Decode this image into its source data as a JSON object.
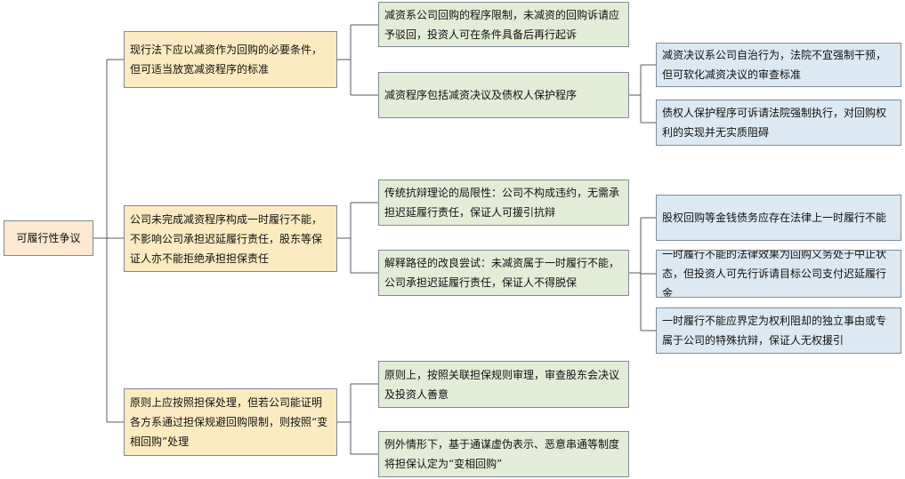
{
  "colors": {
    "root_fill": "#fde8d0",
    "level1_fill": "#fcebc0",
    "level2_fill": "#e3ecd6",
    "level3_fill": "#dce9f2",
    "border": "#7f8a96",
    "line": "#5a5a5a"
  },
  "root": {
    "label": "可履行性争议"
  },
  "branches": [
    {
      "label": "现行法下应以减资作为回购的必要条件，但可适当放宽减资程序的标准",
      "children": [
        {
          "label": "减资系公司回购的程序限制，未减资的回购诉请应予驳回，投资人可在条件具备后再行起诉"
        },
        {
          "label": "减资程序包括减资决议及债权人保护程序",
          "children": [
            {
              "label": "减资决议系公司自治行为，法院不宜强制干预，但可软化减资决议的审查标准"
            },
            {
              "label": "债权人保护程序可诉请法院强制执行，对回购权利的实现并无实质阻碍"
            }
          ]
        }
      ]
    },
    {
      "label": "公司未完成减资程序构成一时履行不能，不影响公司承担迟延履行责任，股东等保证人亦不能拒绝承担担保责任",
      "children": [
        {
          "label": "传统抗辩理论的局限性：公司不构成违约，无需承担迟延履行责任，保证人可援引抗辩"
        },
        {
          "label": "解释路径的改良尝试：未减资属于一时履行不能，公司承担迟延履行责任，保证人不得脱保",
          "children": [
            {
              "label": "股权回购等金钱债务应存在法律上一时履行不能"
            },
            {
              "label": "一时履行不能的法律效果为回购义务处于中止状态，但投资人可先行诉请目标公司支付迟延履行金"
            },
            {
              "label": "一时履行不能应界定为权利阻却的独立事由或专属于公司的特殊抗辩，保证人无权援引"
            }
          ]
        }
      ]
    },
    {
      "label": "原则上应按照担保处理，但若公司能证明各方系通过担保规避回购限制，则按照“变相回购”处理",
      "children": [
        {
          "label": "原则上，按照关联担保规则审理，审查股东会决议及投资人善意"
        },
        {
          "label": "例外情形下，基于通谋虚伪表示、恶意串通等制度将担保认定为“变相回购”"
        }
      ]
    }
  ]
}
